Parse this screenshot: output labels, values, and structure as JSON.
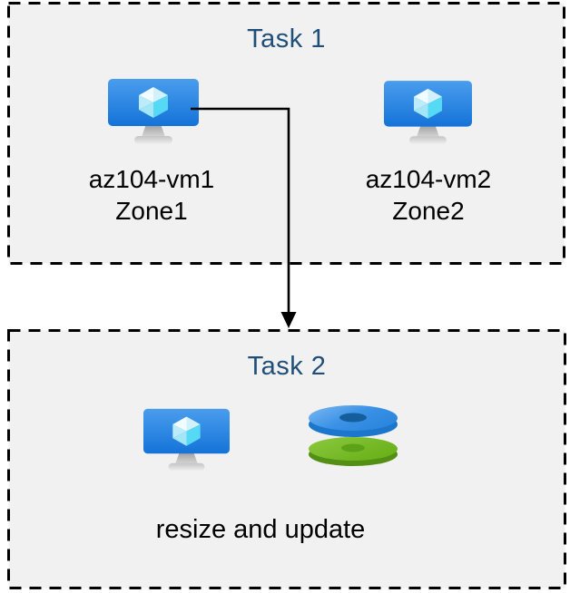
{
  "diagram": {
    "task1": {
      "title": "Task 1",
      "vms": [
        {
          "name": "az104-vm1",
          "zone": "Zone1"
        },
        {
          "name": "az104-vm2",
          "zone": "Zone2"
        }
      ]
    },
    "task2": {
      "title": "Task 2",
      "caption": "resize and update"
    },
    "connector": {
      "from": "az104-vm1",
      "to": "Task 2",
      "style": "elbow-arrow-down"
    },
    "icons": {
      "vm": "azure-virtual-machine-icon",
      "disks": "azure-managed-disks-icon"
    },
    "colors": {
      "title_text": "#1f4e79",
      "label_text": "#000000",
      "box_background": "#f1f1f1",
      "box_border": "#000000",
      "arrow": "#000000",
      "vm_screen_top": "#4a9ded",
      "vm_screen_bottom": "#1473d8",
      "cube_right_face": "#55d9f5",
      "disk_blue_top": "#3b92e6",
      "disk_blue_side": "#1b76cc",
      "disk_blue_hole": "#145e9e",
      "disk_green_top": "#6fb41e",
      "disk_green_side": "#538f15",
      "disk_green_hole": "#5ca219"
    }
  }
}
